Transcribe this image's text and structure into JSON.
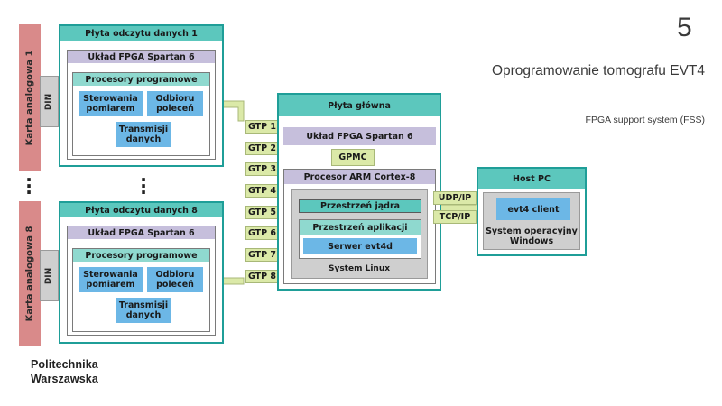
{
  "slide": {
    "number": "5",
    "title": "Oprogramowanie tomografu EVT4",
    "subtitle": "FPGA support system (FSS)",
    "logo_line1": "Politechnika",
    "logo_line2": "Warszawska"
  },
  "diagram": {
    "analog_card_1": "Karta analogowa 1",
    "analog_card_8": "Karta analogowa 8",
    "din": "DIN",
    "readout_board_1": {
      "title": "Płyta odczytu danych 1",
      "fpga": "Układ FPGA Spartan 6",
      "processors": "Procesory programowe",
      "control": "Sterowania pomiarem",
      "receive": "Odbioru poleceń",
      "transmit": "Transmisji danych"
    },
    "readout_board_8": {
      "title": "Płyta odczytu danych 8",
      "fpga": "Układ FPGA Spartan 6",
      "processors": "Procesory programowe",
      "control": "Sterowania pomiarem",
      "receive": "Odbioru poleceń",
      "transmit": "Transmisji danych"
    },
    "gtp": [
      "GTP 1",
      "GTP 2",
      "GTP 3",
      "GTP 4",
      "GTP 5",
      "GTP 6",
      "GTP 7",
      "GTP 8"
    ],
    "mainboard": {
      "title": "Płyta główna",
      "fpga": "Układ FPGA Spartan 6",
      "gpmc": "GPMC",
      "arm": "Procesor ARM Cortex-8",
      "kernel_space": "Przestrzeń jądra",
      "user_space": "Przestrzeń aplikacji",
      "server": "Serwer evt4d",
      "os": "System Linux"
    },
    "udp": "UDP/IP",
    "tcp": "TCP/IP",
    "host": {
      "title": "Host PC",
      "client": "evt4 client",
      "os": "System operacyjny Windows"
    },
    "colors": {
      "analog_card": "#d98a8a",
      "board_border": "#1f9e98",
      "board_header": "#5cc7bd",
      "fpga_header": "#c6bfdc",
      "processor_header": "#8fd9cf",
      "blue_block": "#6cb7e6",
      "link": "#dbe9a8",
      "grey": "#cfcfcf"
    }
  }
}
